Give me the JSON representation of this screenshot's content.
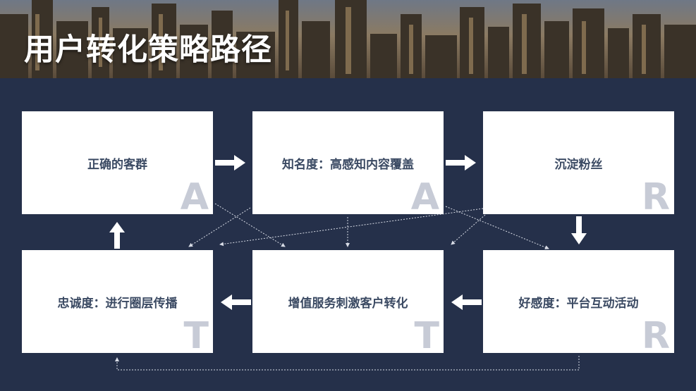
{
  "header": {
    "title": "用户转化策略路径"
  },
  "cards": [
    {
      "label": "正确的客群",
      "letter": "A"
    },
    {
      "label": "知名度：高感知内容覆盖",
      "letter": "A"
    },
    {
      "label": "沉淀粉丝",
      "letter": "R"
    },
    {
      "label": "忠诚度：进行圈层传播",
      "letter": "T"
    },
    {
      "label": "增值服务刺激客户转化",
      "letter": "T"
    },
    {
      "label": "好感度：平台互动活动",
      "letter": "R"
    }
  ],
  "colors": {
    "background": "#25304a",
    "card": "#ffffff",
    "text": "#3b4a63",
    "letter": "#c7cbd6"
  }
}
